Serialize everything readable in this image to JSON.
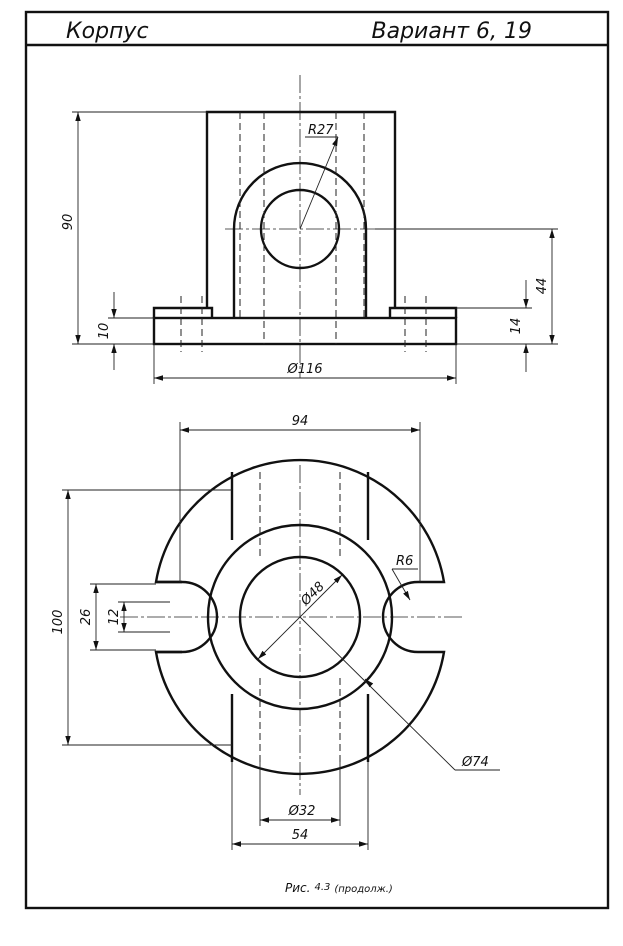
{
  "header": {
    "part_name": "Корпус",
    "variant": "Вариант  6, 19"
  },
  "caption": {
    "prefix": "Рис.",
    "number": "4.3",
    "note": "(продолж.)"
  },
  "front_view": {
    "dims": {
      "height_total": "90",
      "base_height": "10",
      "radius_top": "R27",
      "hole_axis_height": "44",
      "base_right": "14",
      "base_diameter": "Ø116"
    }
  },
  "top_view": {
    "dims": {
      "width_94": "94",
      "length_100": "100",
      "slot_26": "26",
      "slot_12": "12",
      "slot_radius": "R6",
      "bore_48": "Ø48",
      "boss_74": "Ø74",
      "hole_32": "Ø32",
      "width_54": "54"
    }
  }
}
